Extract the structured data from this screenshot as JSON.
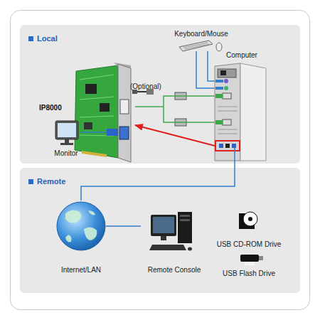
{
  "diagram": {
    "nodes": [
      {
        "text": [
          "Local"
        ]
      },
      {
        "text": [
          "Keyboard/Mouse"
        ],
        "in": 0
      },
      {
        "text": [
          "Computer"
        ],
        "in": 0
      },
      {
        "text": [
          "IP8000"
        ],
        "in": 0
      },
      {
        "text": [
          "Monitor"
        ],
        "in": 0
      },
      {
        "text": [
          "Remote"
        ]
      },
      {
        "text": [
          "Internet/LAN"
        ],
        "in": 5
      },
      {
        "text": [
          "Remote Console"
        ],
        "in": 5
      }
    ],
    "edges": [
      {
        "from": 1,
        "to": 2,
        "arrow": "none"
      },
      {
        "from": 1,
        "to": 2,
        "arrow": "none"
      },
      {
        "from": 2,
        "to": 3,
        "arrow": "to"
      },
      {
        "from": 3,
        "to": 2,
        "arrow": "none"
      },
      {
        "from": 4,
        "to": 3,
        "arrow": "none"
      },
      {
        "from": 2,
        "to": 6,
        "arrow": "none"
      },
      {
        "from": 6,
        "to": 7,
        "arrow": "none"
      }
    ],
    "labels": [
      "(Optional)",
      "USB CD-ROM Drive",
      "USB",
      "USB Flash Drive"
    ]
  }
}
